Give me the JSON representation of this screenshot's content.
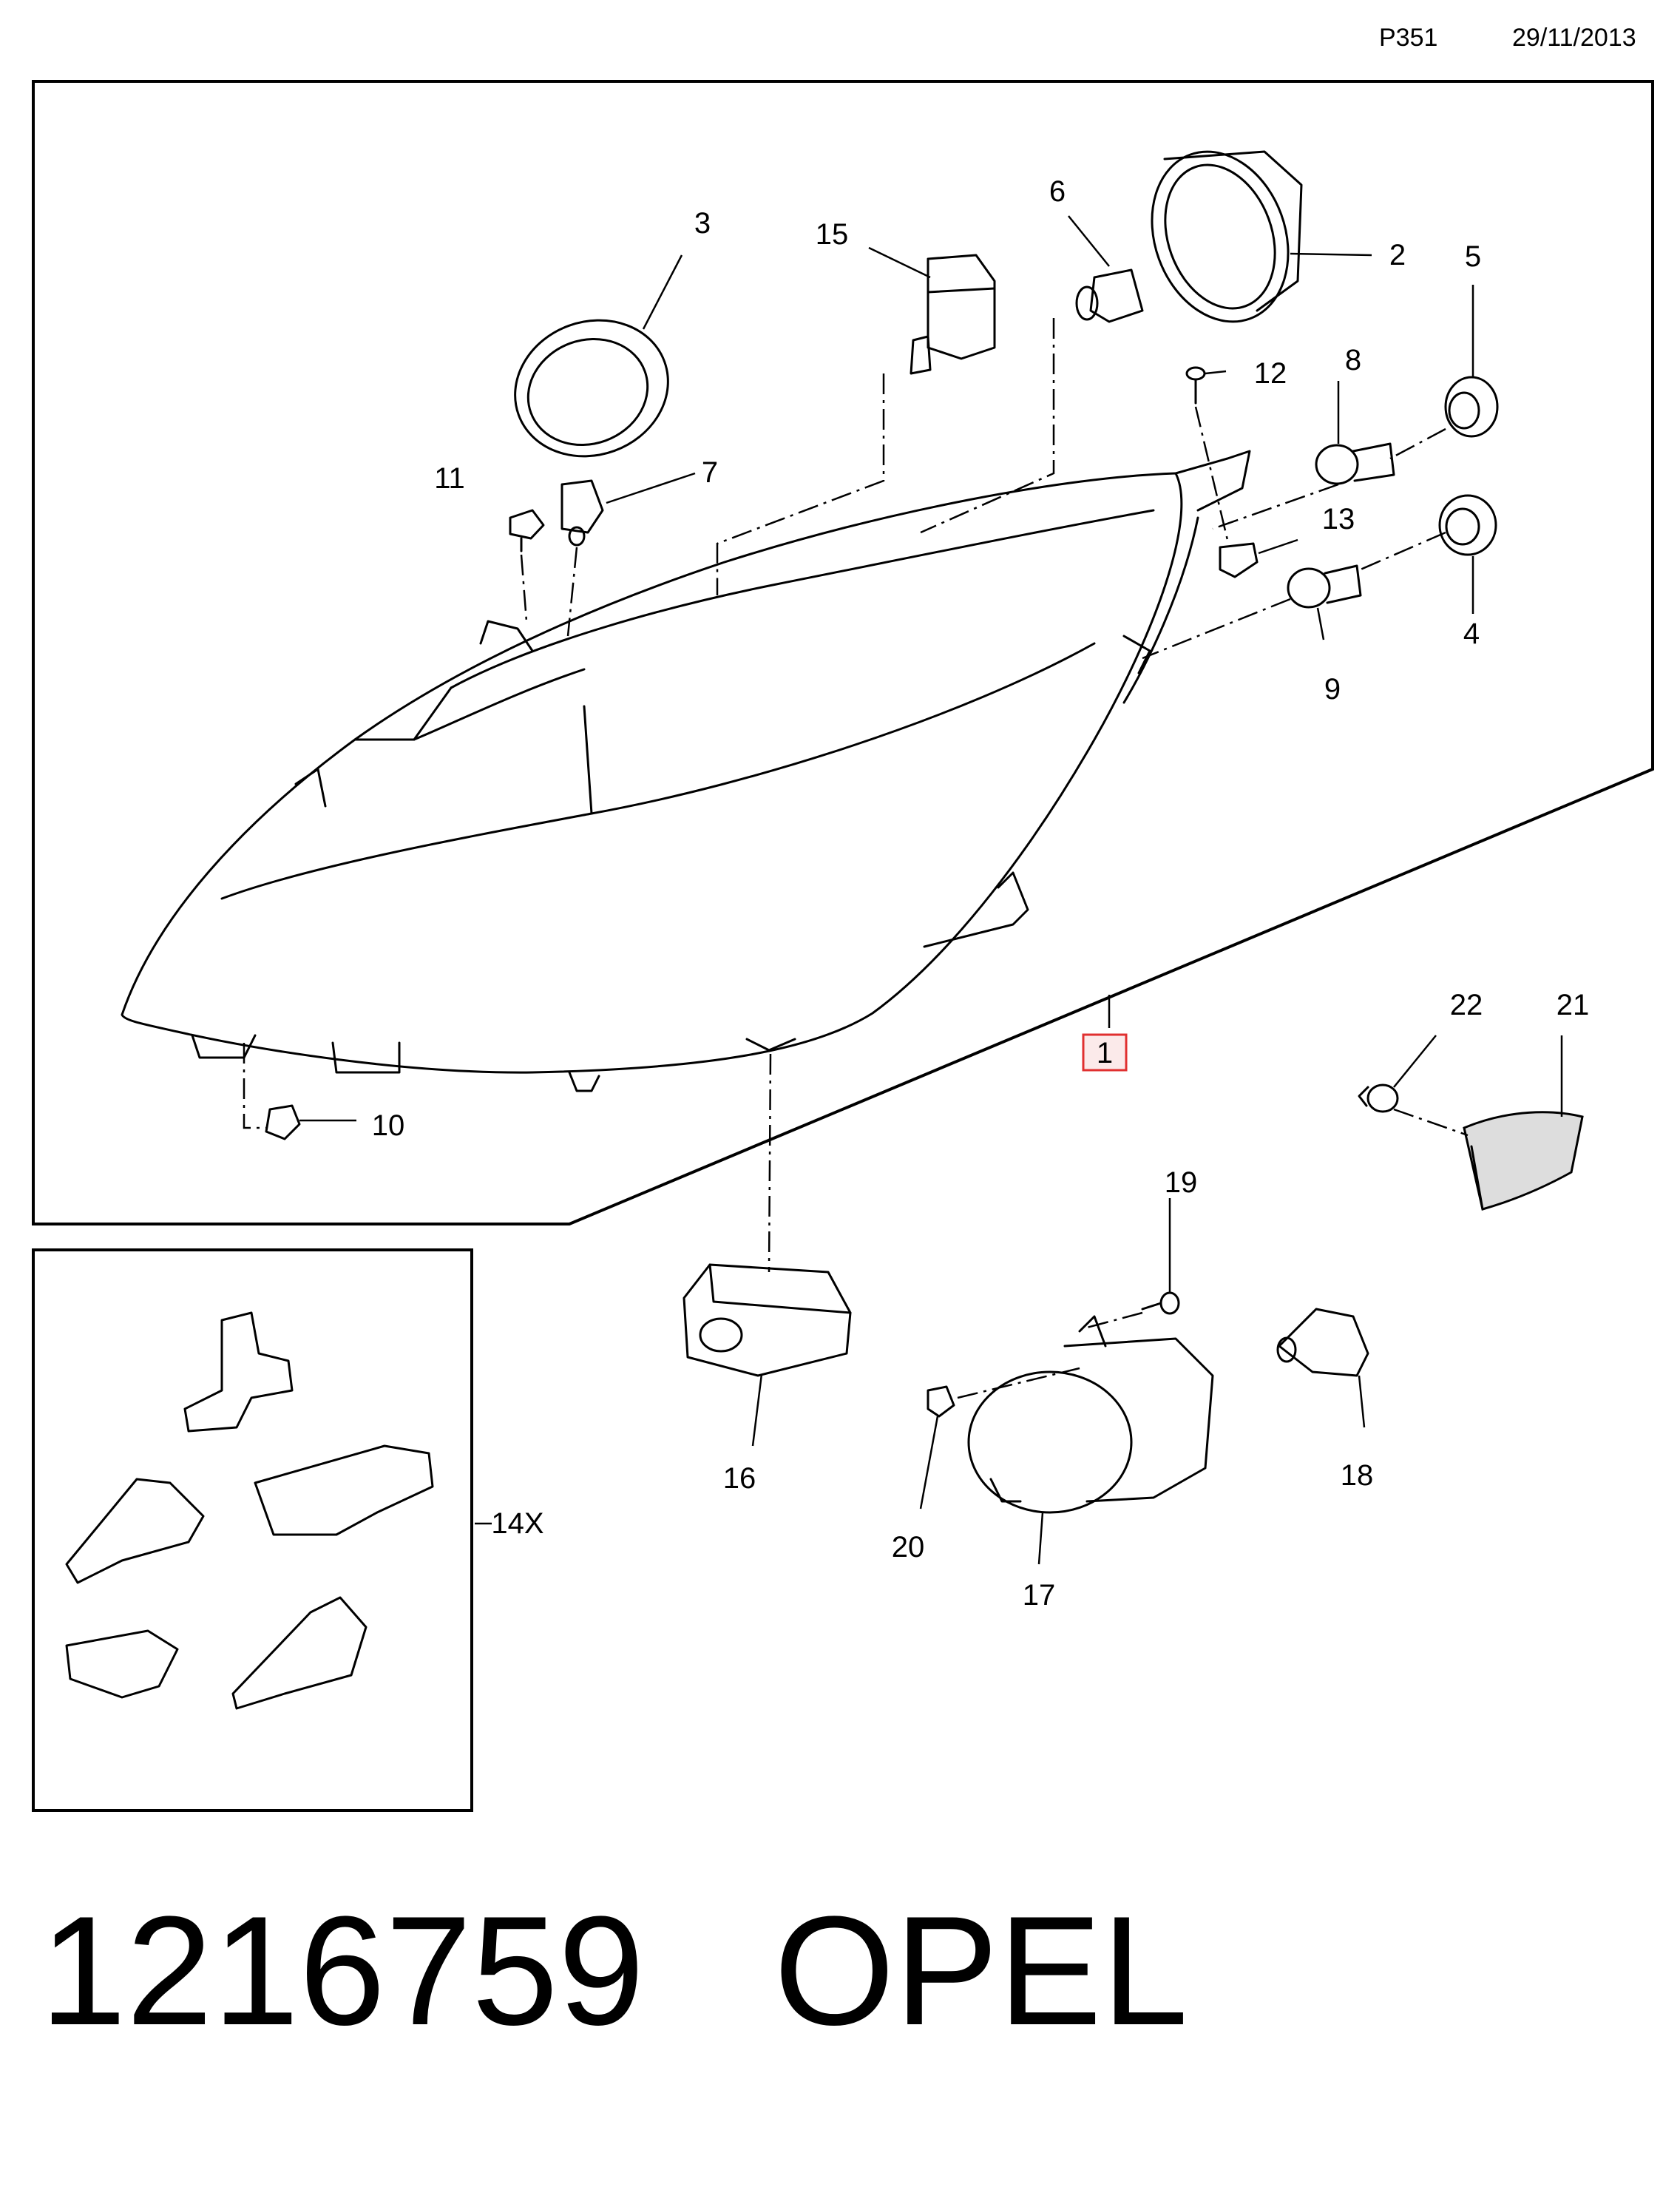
{
  "header": {
    "page_code": "P351",
    "date": "29/11/2013"
  },
  "callouts": {
    "c1": "1",
    "c2": "2",
    "c3": "3",
    "c4": "4",
    "c5": "5",
    "c6": "6",
    "c7": "7",
    "c8": "8",
    "c9": "9",
    "c10": "10",
    "c11": "11",
    "c12": "12",
    "c13": "13",
    "c14": "14X",
    "c15": "15",
    "c16": "16",
    "c17": "17",
    "c18": "18",
    "c19": "19",
    "c20": "20",
    "c21": "21",
    "c22": "22"
  },
  "highlight_color": "#e03030",
  "footer": {
    "part_number": "1216759",
    "brand": "OPEL"
  }
}
